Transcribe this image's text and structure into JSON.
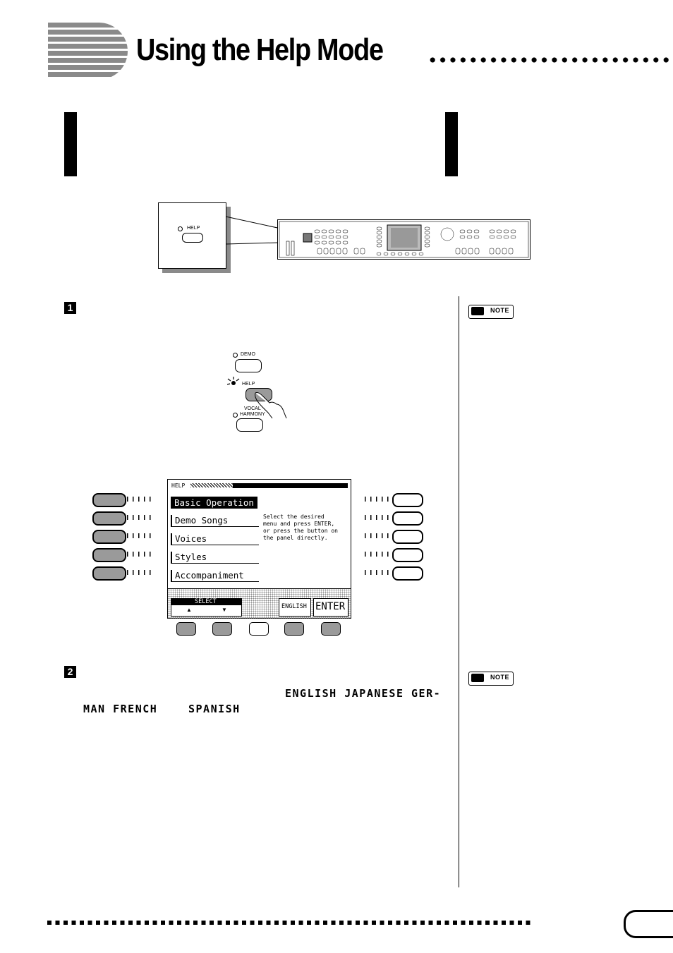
{
  "header": {
    "title": "Using the Help Mode"
  },
  "help_button_callout": {
    "label": "HELP"
  },
  "panel_buttons": {
    "demo": "DEMO",
    "help": "HELP",
    "vocal_harmony": "VOCAL\nHARMONY"
  },
  "steps": {
    "step1": "1",
    "step2": "2"
  },
  "note_label": "NOTE",
  "lcd": {
    "header": "HELP",
    "menu": [
      "Basic Operation",
      "Demo Songs",
      "Voices",
      "Styles",
      "Accompaniment"
    ],
    "description": "Select the desired\nmenu and press ENTER,\nor press the button on\nthe panel directly.",
    "select_label": "SELECT",
    "up_arrow": "▲",
    "down_arrow": "▼",
    "english_label": "ENGLISH",
    "enter_label": "ENTER"
  },
  "step2_text": {
    "languages_line1": "ENGLISH  JAPANESE  GER-",
    "languages_line2a": "MAN  FRENCH",
    "languages_line2b": "SPANISH"
  },
  "page_tab": ""
}
